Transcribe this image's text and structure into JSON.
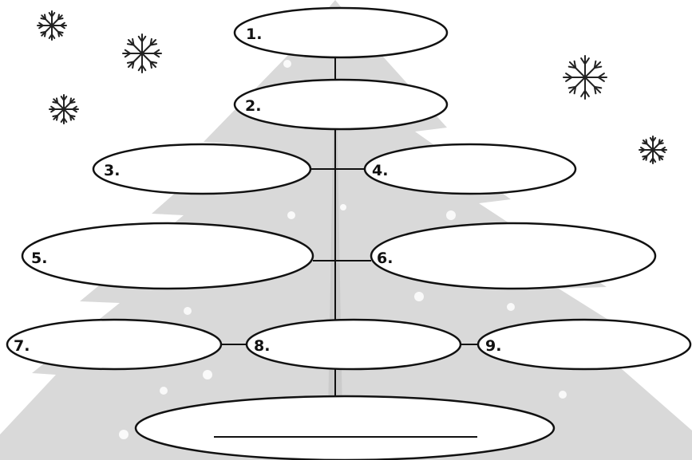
{
  "diagram": {
    "nodes": [
      {
        "id": "1",
        "label": "1."
      },
      {
        "id": "2",
        "label": "2."
      },
      {
        "id": "3",
        "label": "3."
      },
      {
        "id": "4",
        "label": "4."
      },
      {
        "id": "5",
        "label": "5."
      },
      {
        "id": "6",
        "label": "6."
      },
      {
        "id": "7",
        "label": "7."
      },
      {
        "id": "8",
        "label": "8."
      },
      {
        "id": "9",
        "label": "9."
      },
      {
        "id": "base",
        "label": ""
      }
    ],
    "edges": [
      [
        "1",
        "2"
      ],
      [
        "2",
        "8"
      ],
      [
        "3",
        "4"
      ],
      [
        "5",
        "6"
      ],
      [
        "7",
        "8"
      ],
      [
        "8",
        "9"
      ],
      [
        "8",
        "base"
      ]
    ]
  },
  "colors": {
    "outline": "#111111",
    "fill": "#ffffff",
    "tree": "#d9d9d9",
    "tree_dark": "#bdbdbd",
    "snow": "#222222"
  },
  "decorations": {
    "background": "tree-icon",
    "snowflake_icon": "snowflake-icon"
  }
}
